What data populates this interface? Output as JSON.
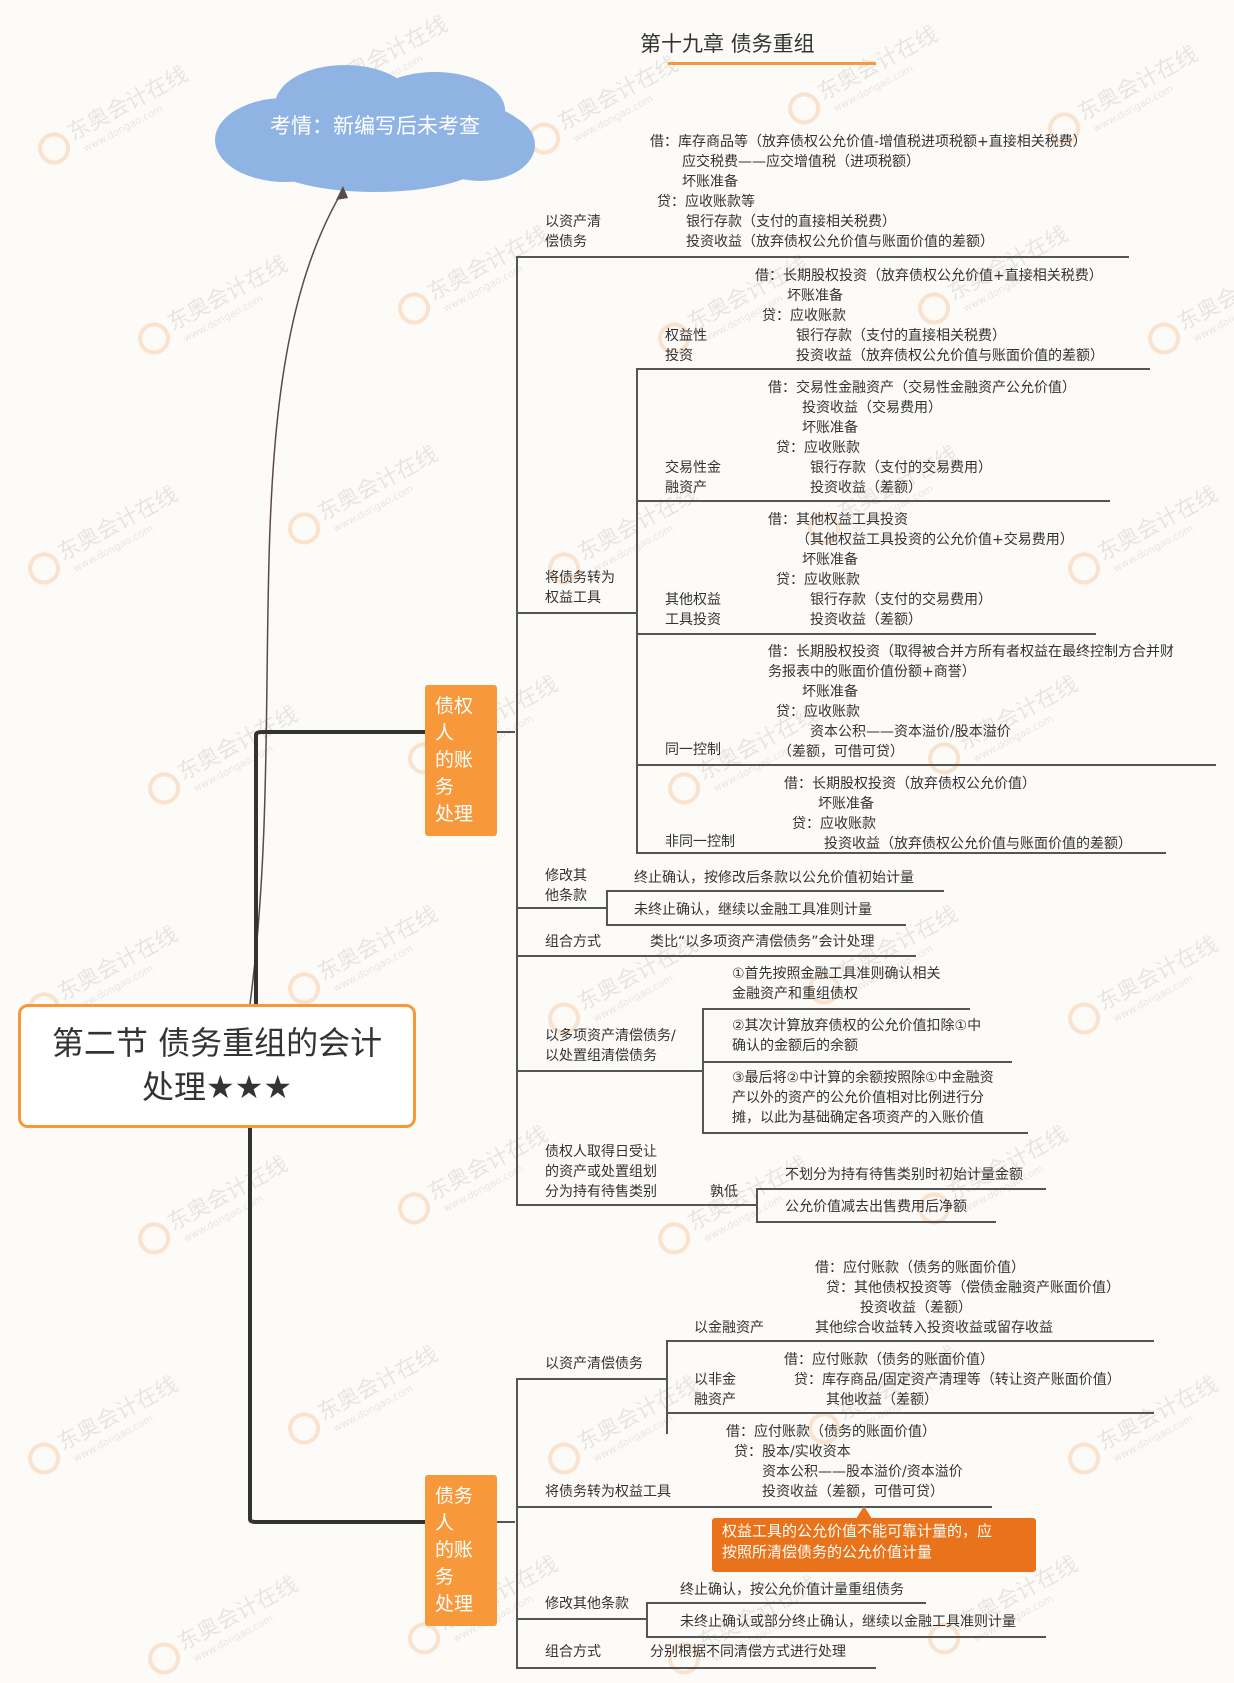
{
  "page_title": "第十九章 债务重组",
  "cloud_text": "考情：新编写后未考查",
  "root_title_line1": "第二节 债务重组的会计",
  "root_title_line2": "处理★★★",
  "creditor": {
    "title_lines": [
      "债权人",
      "的账务",
      "处理"
    ],
    "asset_settle": {
      "label": [
        "以资产清",
        "偿债务"
      ],
      "entries": [
        "借：库存商品等（放弃债权公允价值-增值税进项税额+直接相关税费）",
        "应交税费——应交增值税（进项税额）",
        "坏账准备",
        "贷：应收账款等",
        "银行存款（支付的直接相关税费）",
        "投资收益（放弃债权公允价值与账面价值的差额）"
      ]
    },
    "equity_convert": {
      "label": [
        "将债务转为",
        "权益工具"
      ],
      "equity_invest": {
        "label": [
          "权益性",
          "投资"
        ],
        "entries": [
          "借：长期股权投资（放弃债权公允价值+直接相关税费）",
          "坏账准备",
          "贷：应收账款",
          "银行存款（支付的直接相关税费）",
          "投资收益（放弃债权公允价值与账面价值的差额）"
        ]
      },
      "trading": {
        "label": [
          "交易性金",
          "融资产"
        ],
        "entries": [
          "借：交易性金融资产（交易性金融资产公允价值）",
          "投资收益（交易费用）",
          "坏账准备",
          "贷：应收账款",
          "银行存款（支付的交易费用）",
          "投资收益（差额）"
        ]
      },
      "other_equity": {
        "label": [
          "其他权益",
          "工具投资"
        ],
        "entries": [
          "借：其他权益工具投资",
          "（其他权益工具投资的公允价值+交易费用）",
          "坏账准备",
          "贷：应收账款",
          "银行存款（支付的交易费用）",
          "投资收益（差额）"
        ]
      },
      "same_control": {
        "label": "同一控制",
        "entries": [
          "借：长期股权投资（取得被合并方所有者权益在最终控制方合并财",
          "务报表中的账面价值份额+商誉）",
          "坏账准备",
          "贷：应收账款",
          "资本公积——资本溢价/股本溢价",
          "（差额，可借可贷）"
        ]
      },
      "non_same_control": {
        "label": "非同一控制",
        "entries": [
          "借：长期股权投资（放弃债权公允价值）",
          "坏账准备",
          "贷：应收账款",
          "投资收益（放弃债权公允价值与账面价值的差额）"
        ]
      }
    },
    "modify_terms": {
      "label": [
        "修改其",
        "他条款"
      ],
      "items": [
        "终止确认，按修改后条款以公允价值初始计量",
        "未终止确认，继续以金融工具准则计量"
      ]
    },
    "combination": {
      "label": "组合方式",
      "text": "类比“以多项资产清偿债务”会计处理"
    },
    "multi_asset": {
      "label": [
        "以多项资产清偿债务/",
        "以处置组清偿债务"
      ],
      "steps": [
        [
          "①首先按照金融工具准则确认相关",
          "金融资产和重组债权"
        ],
        [
          "②其次计算放弃债权的公允价值扣除①中",
          "确认的金额后的余额"
        ],
        [
          "③最后将②中计算的余额按照除①中金融资",
          "产以外的资产的公允价值相对比例进行分",
          "摊，以此为基础确定各项资产的入账价值"
        ]
      ]
    },
    "held_for_sale": {
      "label": [
        "债权人取得日受让",
        "的资产或处置组划",
        "分为持有待售类别"
      ],
      "lower_label": "孰低",
      "items": [
        "不划分为持有待售类别时初始计量金额",
        "公允价值减去出售费用后净额"
      ]
    }
  },
  "debtor": {
    "title_lines": [
      "债务人",
      "的账务",
      "处理"
    ],
    "asset_settle": {
      "label": "以资产清偿债务",
      "financial": {
        "label": "以金融资产",
        "entries": [
          "借：应付账款（债务的账面价值）",
          "贷：其他债权投资等（偿债金融资产账面价值）",
          "投资收益（差额）",
          "其他综合收益转入投资收益或留存收益"
        ]
      },
      "non_financial": {
        "label": [
          "以非金",
          "融资产"
        ],
        "entries": [
          "借：应付账款（债务的账面价值）",
          "贷：库存商品/固定资产清理等（转让资产账面价值）",
          "其他收益（差额）"
        ]
      }
    },
    "equity_convert": {
      "label": "将债务转为权益工具",
      "entries": [
        "借：应付账款（债务的账面价值）",
        "贷：股本/实收资本",
        "资本公积——股本溢价/资本溢价",
        "投资收益（差额，可借可贷）"
      ],
      "note": [
        "权益工具的公允价值不能可靠计量的，应",
        "按照所清偿债务的公允价值计量"
      ]
    },
    "modify_terms": {
      "label": "修改其他条款",
      "items": [
        "终止确认，按公允价值计量重组债务",
        "未终止确认或部分终止确认，继续以金融工具准则计量"
      ]
    },
    "combination": {
      "label": "组合方式",
      "text": "分别根据不同清偿方式进行处理"
    }
  },
  "watermark": {
    "brand": "东奥会计在线",
    "site": "www.dongao.com"
  },
  "colors": {
    "accent": "#f7983b",
    "note": "#e8731a",
    "cloud": "#8fb4e3",
    "line": "#555555"
  }
}
